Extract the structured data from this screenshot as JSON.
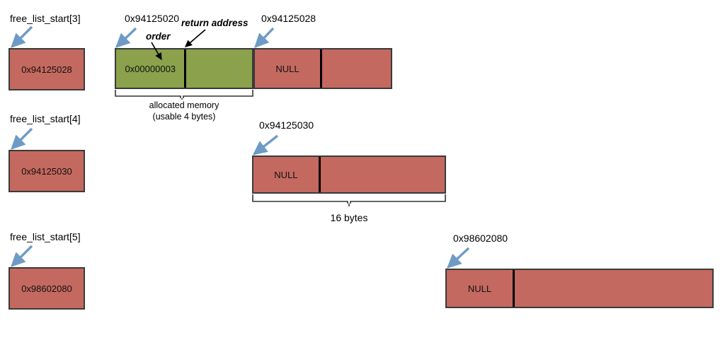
{
  "diagram": {
    "title": "buddy allocator free list diagram",
    "colors": {
      "free_block": "#c4695f",
      "allocated_block": "#8ba14c",
      "arrow_blue": "#6e9bc5",
      "arrow_black": "#000000",
      "border": "#3a3a3a"
    },
    "free_list_entries": [
      {
        "name": "free-list-entry-3",
        "label": "free_list_start[3]",
        "value": "0x94125028"
      },
      {
        "name": "free-list-entry-4",
        "label": "free_list_start[4]",
        "value": "0x94125030"
      },
      {
        "name": "free-list-entry-5",
        "label": "free_list_start[5]",
        "value": "0x98602080"
      }
    ],
    "rows": [
      {
        "name": "row-order3",
        "address_labels": [
          {
            "text": "0x94125020"
          },
          {
            "text": "0x94125028"
          }
        ],
        "inline_annotations": [
          {
            "text": "order"
          },
          {
            "text": "return address"
          }
        ],
        "allocated_block": {
          "order_value": "0x00000003",
          "brace_label_line1": "allocated memory",
          "brace_label_line2": "(usable 4 bytes)"
        },
        "free_block": {
          "next_pointer": "NULL"
        }
      },
      {
        "name": "row-order4",
        "address_labels": [
          {
            "text": "0x94125030"
          }
        ],
        "free_block": {
          "next_pointer": "NULL"
        },
        "brace_label": "16 bytes"
      },
      {
        "name": "row-order5",
        "address_labels": [
          {
            "text": "0x98602080"
          }
        ],
        "free_block": {
          "next_pointer": "NULL"
        }
      }
    ]
  }
}
